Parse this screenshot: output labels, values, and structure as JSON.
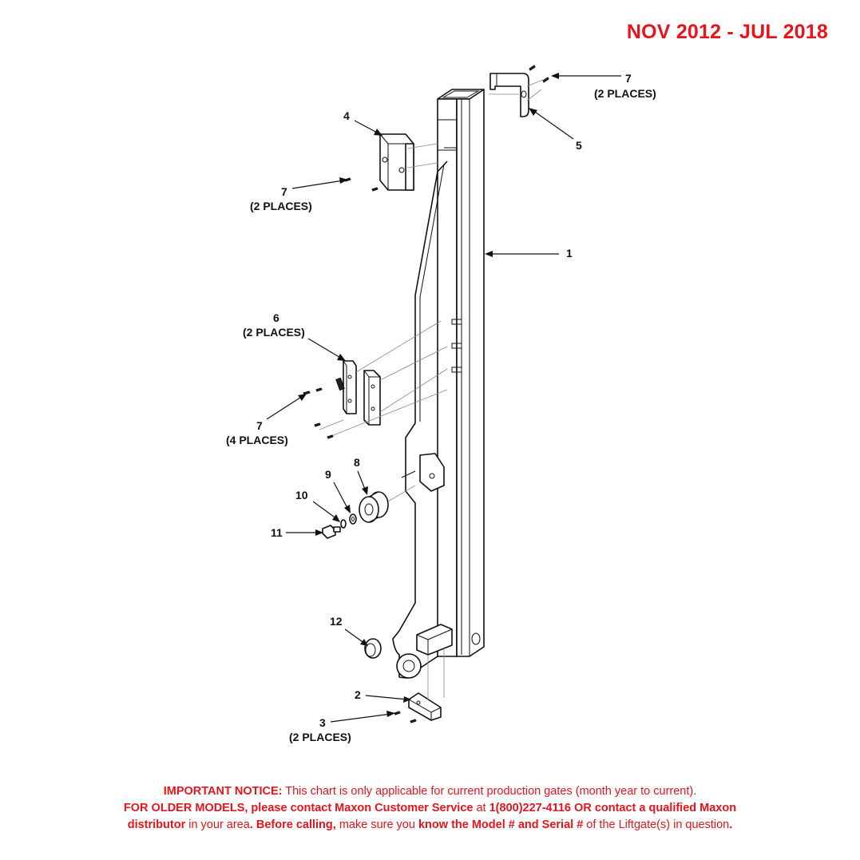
{
  "header": {
    "date_range": "NOV 2012 - JUL 2018"
  },
  "callouts": {
    "c1": "1",
    "c2": "2",
    "c3": "3",
    "c3_qty": "(2 PLACES)",
    "c4": "4",
    "c5": "5",
    "c6": "6",
    "c6_qty": "(2 PLACES)",
    "c7_top_right": "7",
    "c7_top_right_qty": "(2 PLACES)",
    "c7_upper_left": "7",
    "c7_upper_left_qty": "(2 PLACES)",
    "c7_mid_left": "7",
    "c7_mid_left_qty": "(4 PLACES)",
    "c8": "8",
    "c9": "9",
    "c10": "10",
    "c11": "11",
    "c12": "12"
  },
  "notice": {
    "lead": "IMPORTANT NOTICE:",
    "line1_rest": " This chart is only applicable for current production gates (month year to current).",
    "older_models": "FOR OLDER MODELS, please contact Maxon Customer Service",
    "at": " at ",
    "phone": "1(800)227-4116",
    "or_contact": " OR contact a qualified Maxon",
    "distributor": "distributor",
    "in_area": " in your area",
    "period1": ".",
    "before_calling": " Before calling,",
    "make_sure": " make sure you ",
    "know": "know the Model # and Serial #",
    "of_the": " of the Liftgate(s) in question",
    "period2": "."
  },
  "colors": {
    "accent_red": "#e8141b",
    "line_black": "#111111"
  }
}
